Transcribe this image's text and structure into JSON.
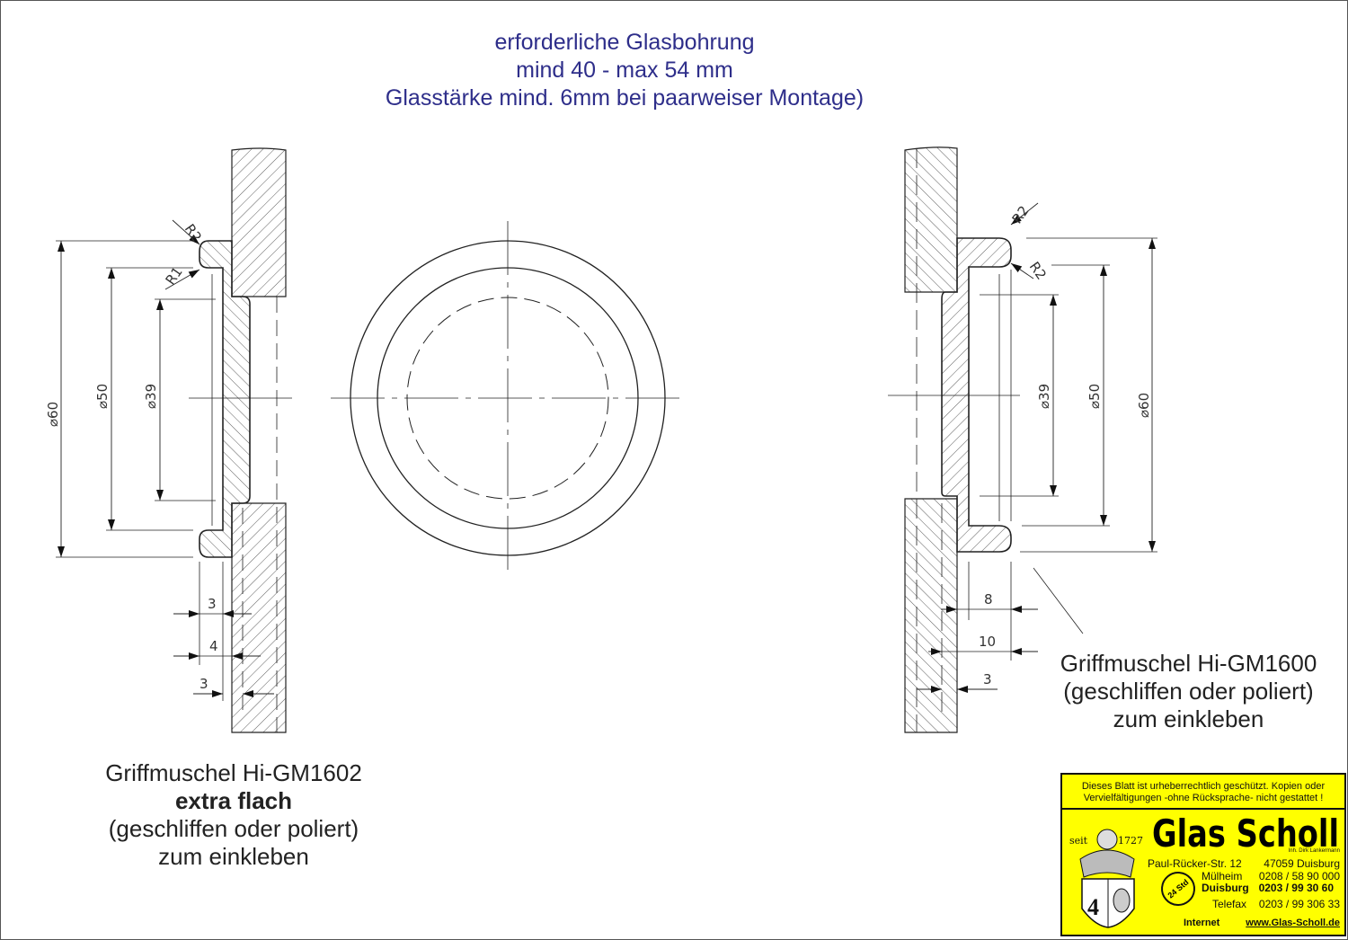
{
  "header": {
    "lines": [
      "erforderliche Glasbohrung",
      "mind 40 - max 54 mm",
      "Glasstärke mind. 6mm bei paarweiser Montage)"
    ],
    "color": "#2e2e8a"
  },
  "left_drawing": {
    "radius_labels": [
      "R2",
      "R1"
    ],
    "diameters": [
      "⌀60",
      "⌀50",
      "⌀39"
    ],
    "depth_dims": [
      "3",
      "4",
      "3"
    ],
    "caption": {
      "line1": "Griffmuschel Hi-GM1602",
      "line2": "extra flach",
      "line3": "(geschliffen oder poliert)",
      "line4": "zum einkleben"
    }
  },
  "right_drawing": {
    "radius_labels": [
      "R2",
      "R2"
    ],
    "diameters": [
      "⌀39",
      "⌀50",
      "⌀60"
    ],
    "depth_dims": [
      "8",
      "10",
      "3"
    ],
    "caption": {
      "line1": "Griffmuschel Hi-GM1600",
      "line2": "(geschliffen oder poliert)",
      "line3": "zum einkleben"
    }
  },
  "title_block": {
    "note": "Dieses Blatt ist urheberrechtlich geschützt. Kopien oder Vervielfältigungen -ohne Rücksprache- nicht gestattet !",
    "logo_text": "Glas Scholl",
    "owner": "Inh. Dirk Lankermann",
    "seit": "seit",
    "year": "1727",
    "address_street": "Paul-Rücker-Str. 12",
    "address_city": "47059 Duisburg",
    "badge": "24 Std",
    "phones": [
      {
        "label": "Mülheim",
        "number": "0208 / 58 90 000"
      },
      {
        "label": "Duisburg",
        "number": "0203 / 99 30 60"
      },
      {
        "label": "Telefax",
        "number": "0203 / 99 306 33"
      }
    ],
    "internet_label": "Internet",
    "website": "www.Glas-Scholl.de",
    "background": "#ffff00"
  }
}
